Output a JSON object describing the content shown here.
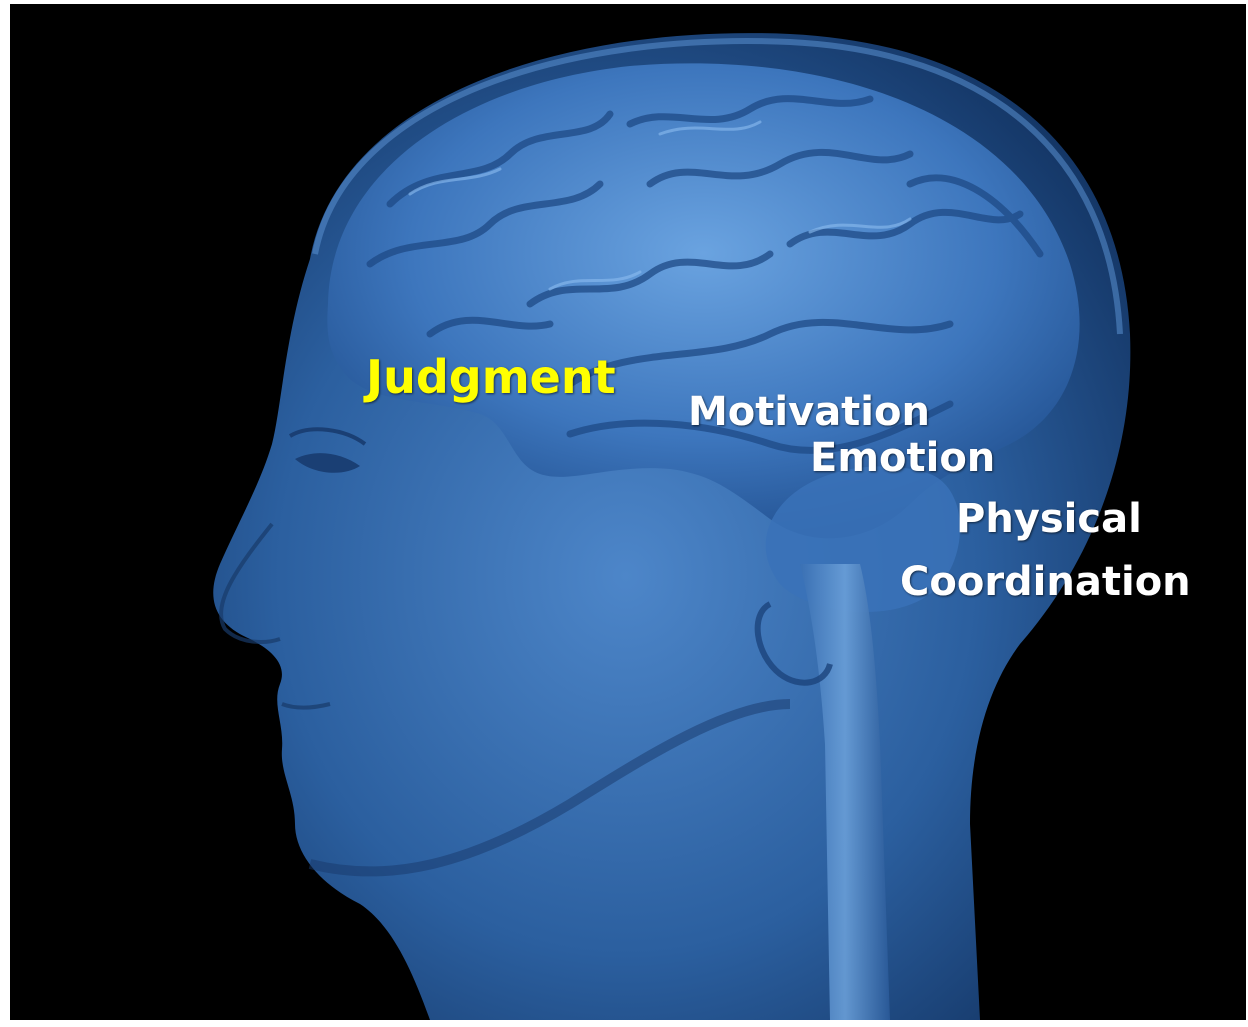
{
  "image": {
    "background_color": "#000000",
    "subject": "head-profile-with-brain-illustration",
    "head_color": "#2a5a99",
    "brain_color": "#3f7cc4"
  },
  "labels": {
    "judgment": "Judgment",
    "motivation": "Motivation",
    "emotion": "Emotion",
    "physical": "Physical",
    "coordination": "Coordination"
  },
  "label_colors": {
    "highlight": "#ffff00",
    "normal": "#ffffff"
  }
}
